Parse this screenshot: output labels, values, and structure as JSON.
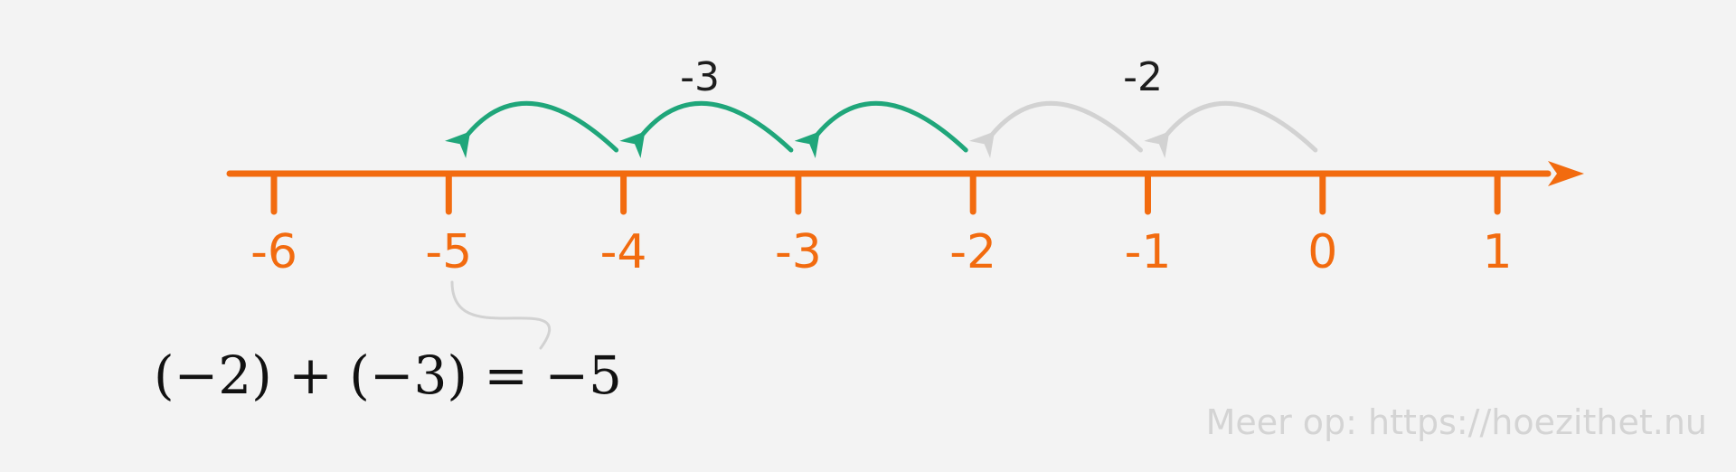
{
  "number_line": {
    "ticks": [
      "-6",
      "-5",
      "-4",
      "-3",
      "-2",
      "-1",
      "0",
      "1"
    ],
    "line_color": "#f26b0f"
  },
  "jumps": {
    "first": {
      "label": "-2",
      "from": 0,
      "to": -2,
      "steps": 2,
      "color": "#d2d2d2"
    },
    "second": {
      "label": "-3",
      "from": -2,
      "to": -5,
      "steps": 3,
      "color": "#1fa67a"
    }
  },
  "equation": "(−2) + (−3) = −5",
  "watermark": "Meer op: https://hoezithet.nu"
}
